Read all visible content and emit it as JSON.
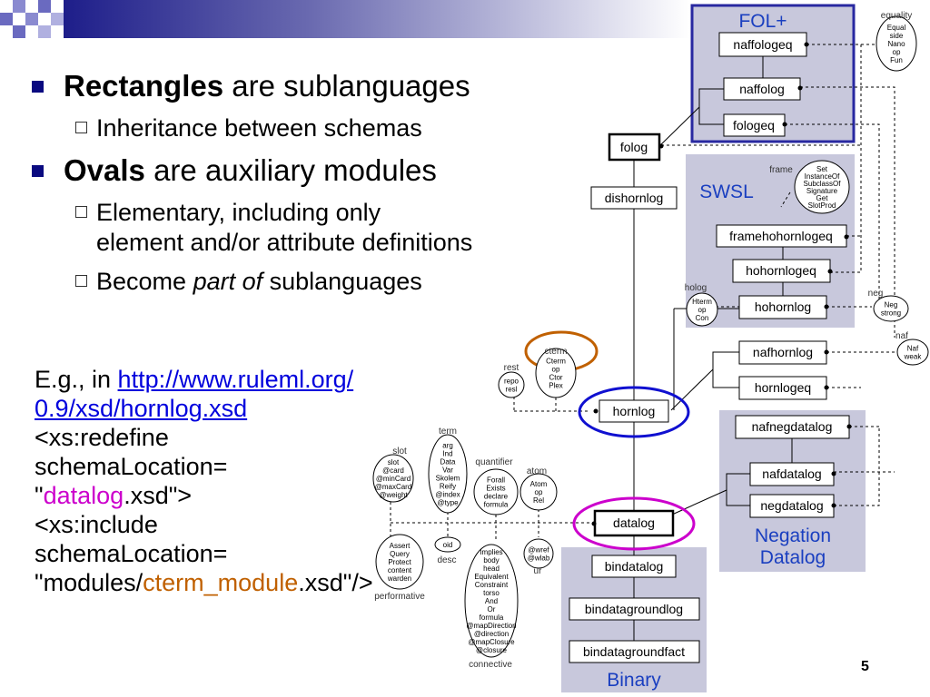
{
  "bullets": {
    "b1": {
      "bold": "Rectangles",
      "rest": " are sublanguages"
    },
    "b1_sub": "Inheritance between schemas",
    "b2": {
      "bold": "Ovals",
      "rest": " are auxiliary modules"
    },
    "b2_sub1_line1": "Elementary, including only",
    "b2_sub1_line2": "element and/or attribute definitions",
    "b2_sub2": {
      "pre": "Become ",
      "italic": "part of",
      "post": " sublanguages"
    }
  },
  "example": {
    "prefix": "E.g., in ",
    "link_line1": "http://www.ruleml.org/",
    "link_line2": "0.9/xsd/hornlog.xsd",
    "line3": "<xs:redefine",
    "line4": "schemaLocation=",
    "line5_pre": "\"",
    "line5_hl": "datalog",
    "line5_post": ".xsd\">",
    "line6": "<xs:include",
    "line7": "schemaLocation=",
    "line8_pre": "\"modules/",
    "line8_hl": "cterm_module",
    "line8_post": ".xsd\"/>"
  },
  "page_number": "5",
  "colors": {
    "accent_dark": "#0a0a80",
    "link": "#0000dd",
    "magenta": "#cc00cc",
    "orange": "#c06000",
    "group_fill": "#c8c8dc",
    "group_fol_border": "#2828a0",
    "group_title": "#1a3fc0"
  },
  "diagram": {
    "groups": {
      "fol": "FOL+",
      "swsl": "SWSL",
      "negation_line1": "Negation",
      "negation_line2": "Datalog",
      "binary": "Binary"
    },
    "boxes": {
      "naffologeq": "naffologeq",
      "naffolog": "naffolog",
      "fologeq": "fologeq",
      "folog": "folog",
      "dishornlog": "dishornlog",
      "framehohornlogeq": "framehohornlogeq",
      "hohornlogeq": "hohornlogeq",
      "hohornlog": "hohornlog",
      "nafhornlog": "nafhornlog",
      "hornlogeq": "hornlogeq",
      "hornlog": "hornlog",
      "nafnegdatalog": "nafnegdatalog",
      "nafdatalog": "nafdatalog",
      "negdatalog": "negdatalog",
      "datalog": "datalog",
      "bindatalog": "bindatalog",
      "bindatagroundlog": "bindatagroundlog",
      "bindatagroundfact": "bindatagroundfact"
    },
    "modules": {
      "equality": {
        "label": "equality",
        "lines": [
          "Equal",
          "side",
          "Nano",
          "op",
          "Fun"
        ]
      },
      "frame": {
        "label": "frame",
        "lines": [
          "Set",
          "InstanceOf",
          "SubclassOf",
          "Signature",
          "Get",
          "SlotProd"
        ]
      },
      "holog": {
        "label": "holog",
        "lines": [
          "Hterm",
          "op",
          "Con"
        ]
      },
      "neg": {
        "label": "neg",
        "lines": [
          "Neg",
          "strong"
        ]
      },
      "naf": {
        "label": "naf",
        "lines": [
          "Naf",
          "weak"
        ]
      },
      "cterm": {
        "label": "cterm",
        "lines": [
          "Cterm",
          "op",
          "Ctor",
          "Plex"
        ]
      },
      "rest": {
        "label": "rest",
        "lines": [
          "repo",
          "resl"
        ]
      },
      "term": {
        "label": "term",
        "lines": [
          "arg",
          "Ind",
          "Data",
          "Var",
          "Skolem",
          "Reify",
          "@index",
          "@type"
        ]
      },
      "slot": {
        "label": "slot",
        "lines": [
          "slot",
          "@card",
          "@minCard",
          "@maxCard",
          "@weight"
        ]
      },
      "quantifier": {
        "label": "quantifier",
        "lines": [
          "Forall",
          "Exists",
          "declare",
          "formula"
        ]
      },
      "atom": {
        "label": "atom",
        "lines": [
          "Atom",
          "op",
          "Rel"
        ]
      },
      "performative": {
        "label": "performative",
        "lines": [
          "Assert",
          "Query",
          "Protect",
          "content",
          "warden"
        ]
      },
      "desc": {
        "label": "desc",
        "lines": [
          "oid"
        ]
      },
      "ur": {
        "label": "ur",
        "lines": [
          "@wref",
          "@wlab"
        ]
      },
      "connective": {
        "label": "connective",
        "lines": [
          "Implies",
          "body",
          "head",
          "Equivalent",
          "Constraint",
          "torso",
          "And",
          "Or",
          "formula",
          "@mapDirection",
          "@direction",
          "@mapClosure",
          "@closure"
        ]
      }
    }
  }
}
